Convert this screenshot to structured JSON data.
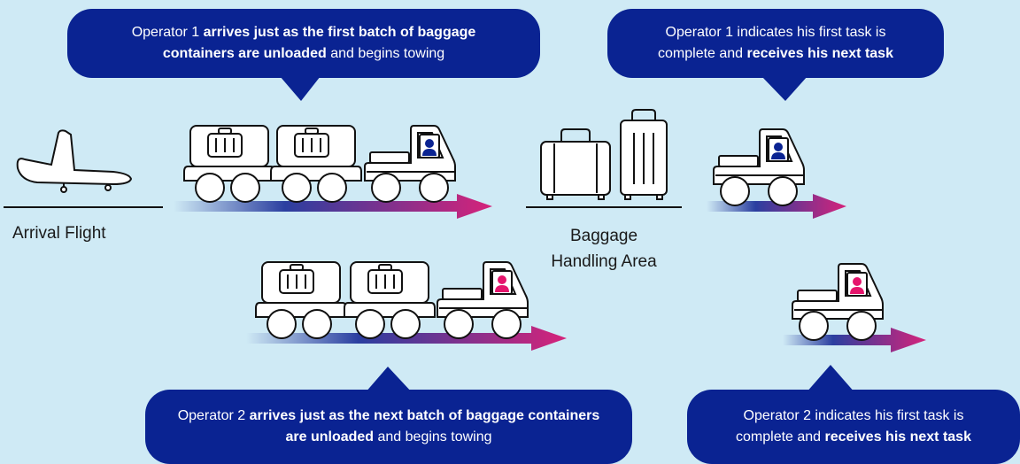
{
  "callouts": {
    "op1_arrives": {
      "pre": "Operator 1 ",
      "bold": "arrives just as the first batch of baggage containers are unloaded",
      "post": " and begins towing"
    },
    "op1_complete": {
      "pre": "Operator 1 indicates his first task is complete and ",
      "bold": "receives his next task",
      "post": ""
    },
    "op2_arrives": {
      "pre": "Operator 2 ",
      "bold": "arrives just as the next batch of baggage containers are unloaded",
      "post": " and begins towing"
    },
    "op2_complete": {
      "pre": "Operator 2 indicates his first task is complete and ",
      "bold": "receives his next task",
      "post": ""
    }
  },
  "labels": {
    "arrival_flight": "Arrival Flight",
    "baggage_area_line1": "Baggage",
    "baggage_area_line2": "Handling Area"
  },
  "colors": {
    "background": "#cfeaf5",
    "callout": "#0a2392",
    "operator1": "#0a2392",
    "operator2": "#e5156c",
    "arrow_start": "#2b3fa0",
    "arrow_end": "#d6237a"
  },
  "icons": [
    "airplane-icon",
    "tug-train-icon",
    "luggage-icon",
    "tug-icon",
    "operator-icon",
    "arrow-icon"
  ]
}
